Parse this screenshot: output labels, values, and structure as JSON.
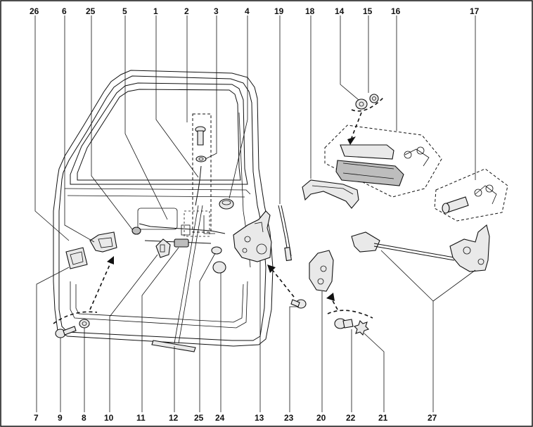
{
  "diagram": {
    "top_labels": [
      {
        "id": "label-26",
        "text": "26"
      },
      {
        "id": "label-6",
        "text": "6"
      },
      {
        "id": "label-25-top",
        "text": "25"
      },
      {
        "id": "label-5",
        "text": "5"
      },
      {
        "id": "label-1",
        "text": "1"
      },
      {
        "id": "label-2",
        "text": "2"
      },
      {
        "id": "label-3",
        "text": "3"
      },
      {
        "id": "label-4",
        "text": "4"
      },
      {
        "id": "label-19",
        "text": "19"
      },
      {
        "id": "label-18",
        "text": "18"
      },
      {
        "id": "label-14",
        "text": "14"
      },
      {
        "id": "label-15",
        "text": "15"
      },
      {
        "id": "label-16",
        "text": "16"
      },
      {
        "id": "label-17",
        "text": "17"
      }
    ],
    "bottom_labels": [
      {
        "id": "label-7",
        "text": "7"
      },
      {
        "id": "label-9",
        "text": "9"
      },
      {
        "id": "label-8",
        "text": "8"
      },
      {
        "id": "label-10",
        "text": "10"
      },
      {
        "id": "label-11",
        "text": "11"
      },
      {
        "id": "label-12",
        "text": "12"
      },
      {
        "id": "label-25-bottom",
        "text": "25"
      },
      {
        "id": "label-24",
        "text": "24"
      },
      {
        "id": "label-13",
        "text": "13"
      },
      {
        "id": "label-23",
        "text": "23"
      },
      {
        "id": "label-20",
        "text": "20"
      },
      {
        "id": "label-22",
        "text": "22"
      },
      {
        "id": "label-21",
        "text": "21"
      },
      {
        "id": "label-27",
        "text": "27"
      }
    ]
  }
}
